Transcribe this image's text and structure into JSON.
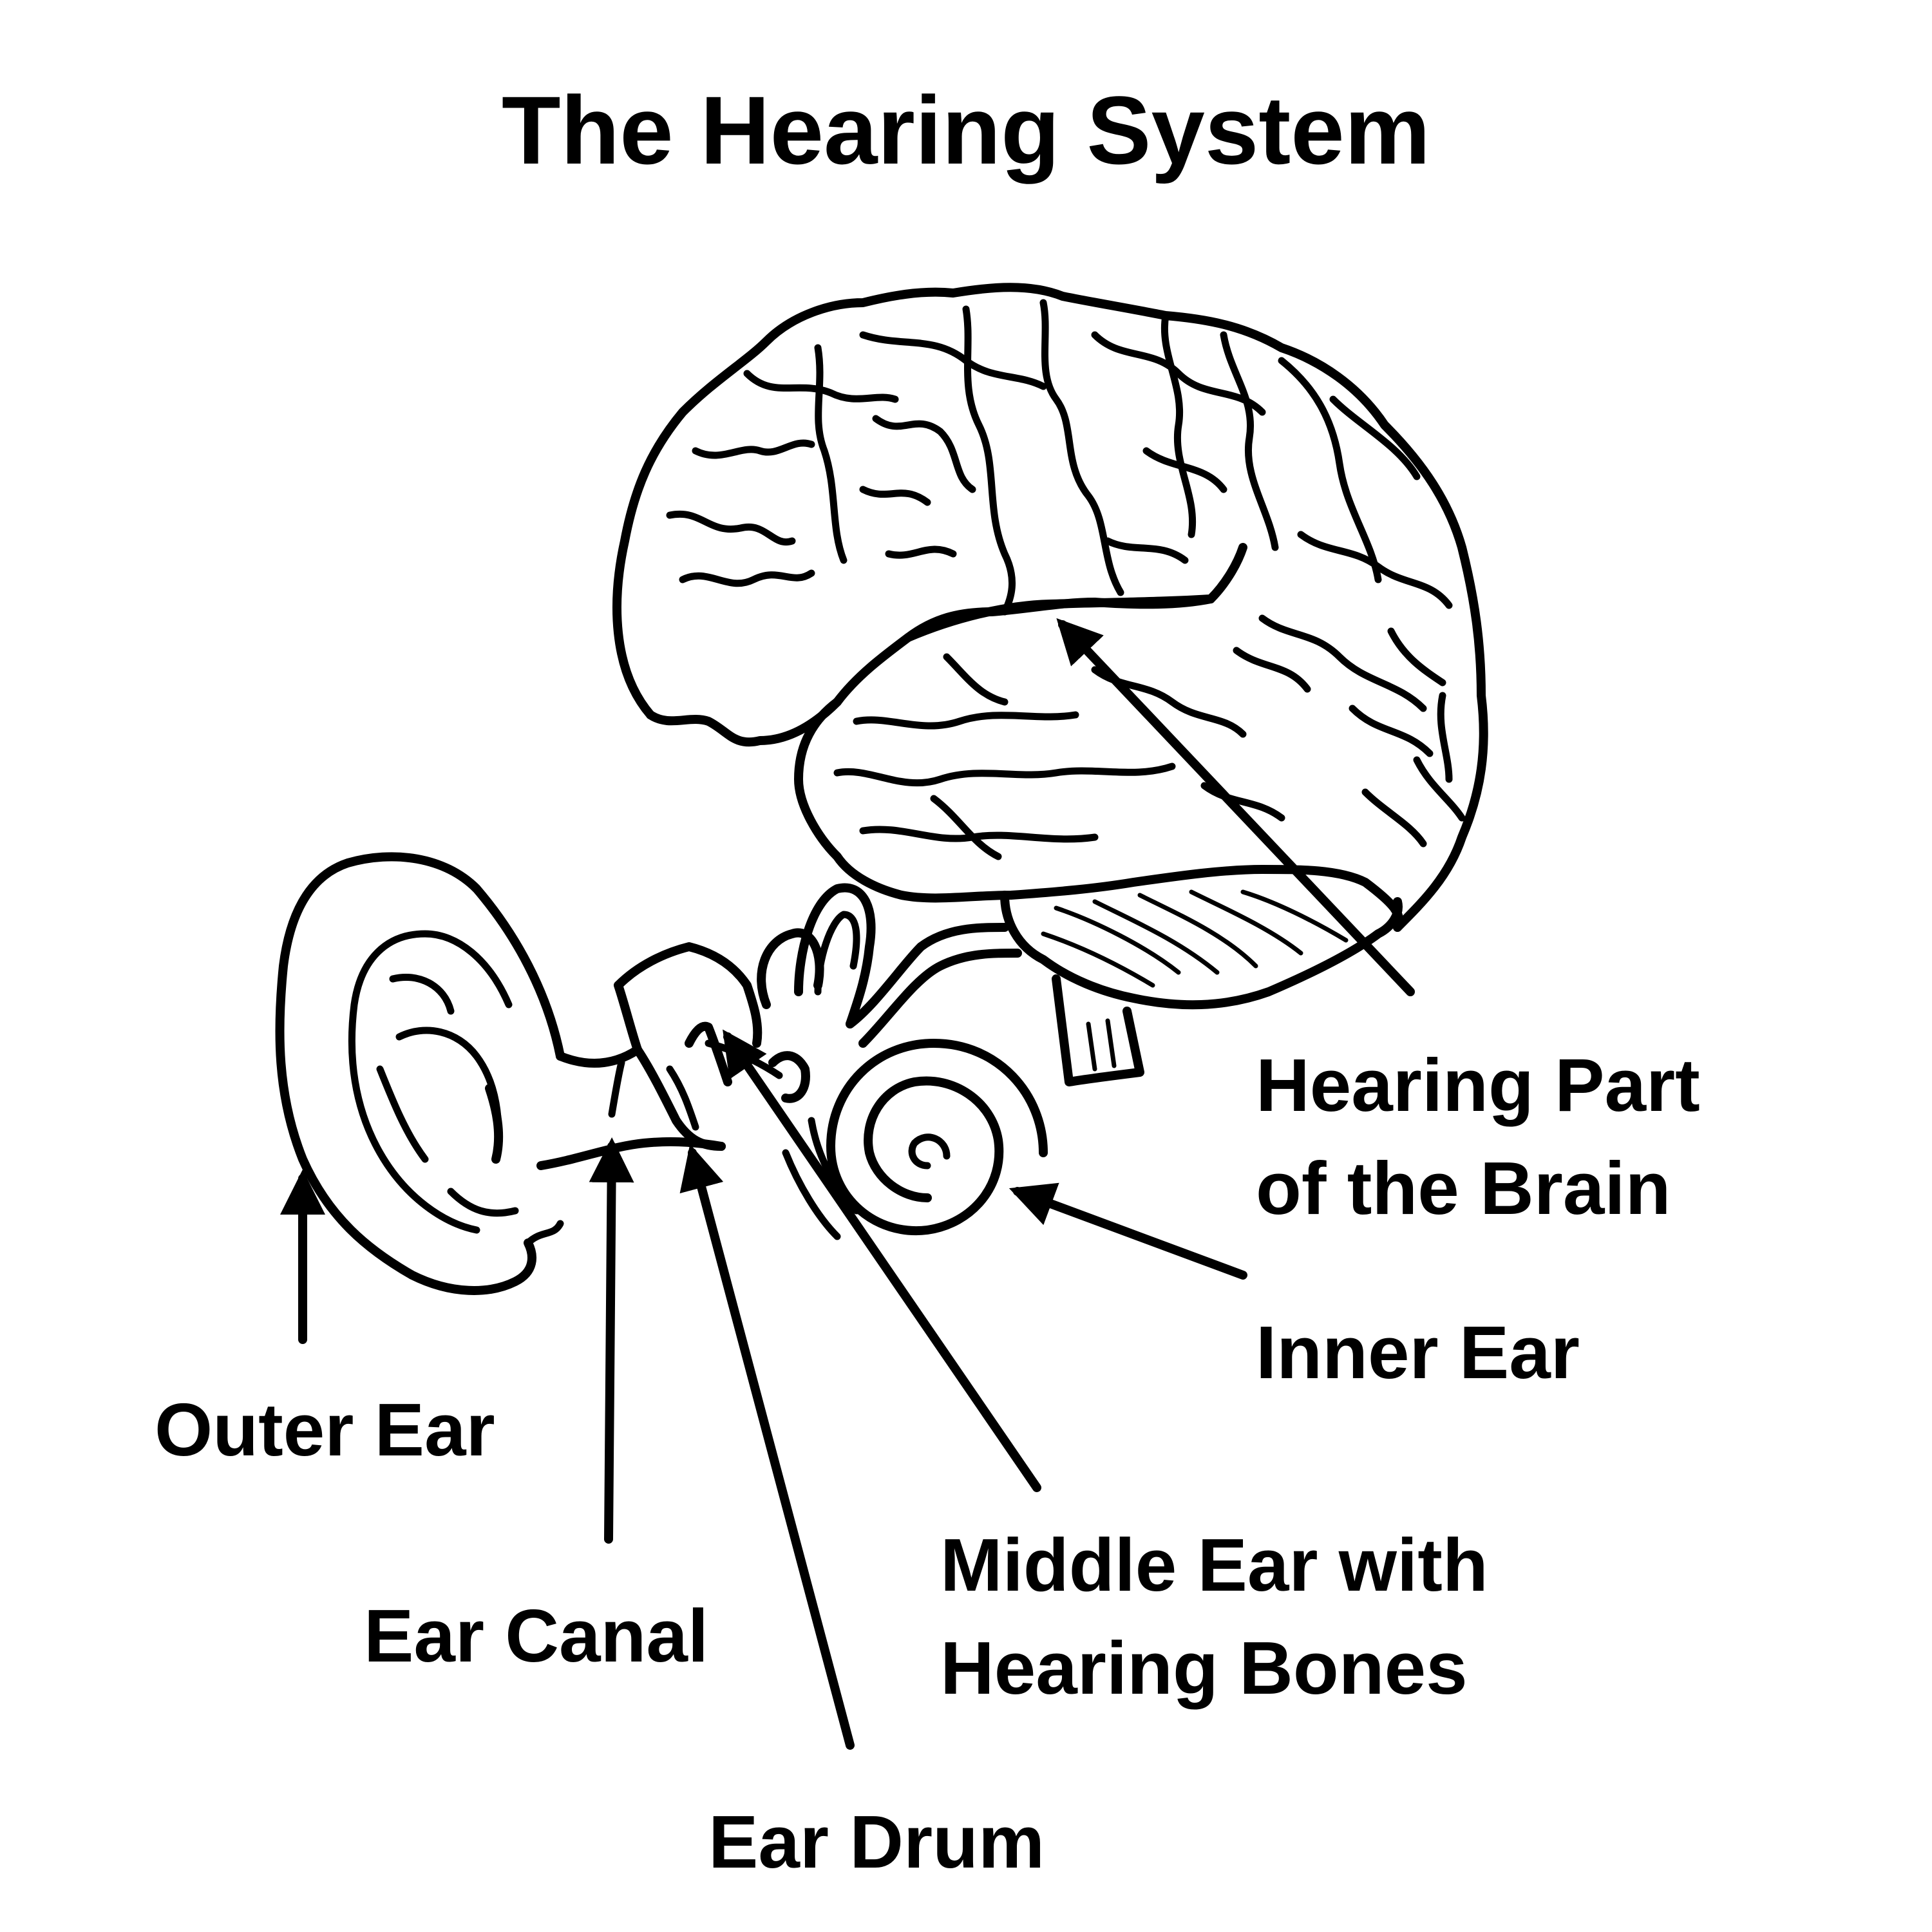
{
  "title": "The Hearing System",
  "labels": {
    "brain_line1": "Hearing Part",
    "brain_line2": "of the Brain",
    "inner_ear": "Inner Ear",
    "outer_ear": "Outer Ear",
    "middle_ear_line1": "Middle Ear with",
    "middle_ear_line2": "Hearing Bones",
    "ear_canal": "Ear Canal",
    "ear_drum": "Ear Drum"
  },
  "colors": {
    "ink": "#000000",
    "background": "#ffffff"
  }
}
